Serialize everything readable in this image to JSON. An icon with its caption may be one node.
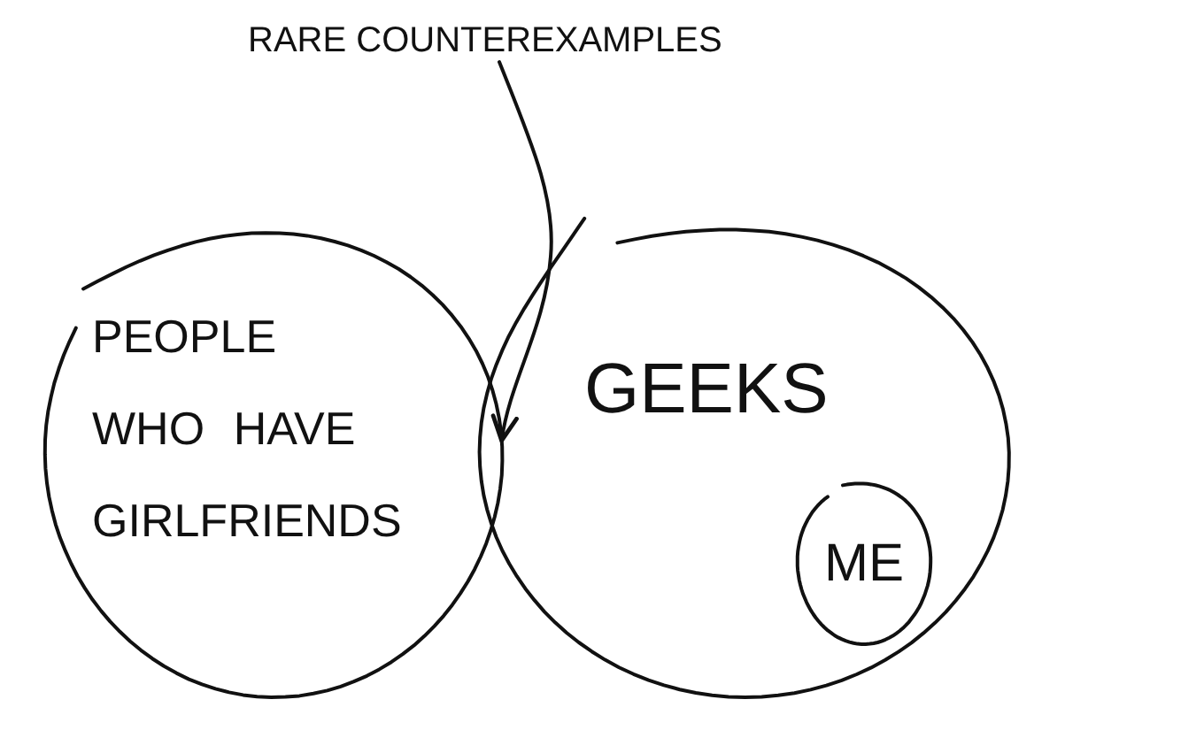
{
  "diagram": {
    "nodes": [
      {
        "text": [
          "RARE COUNTEREXAMPLES"
        ]
      },
      {
        "text": [
          "PEOPLE WHO HAVE GIRLFRIENDS"
        ]
      },
      {
        "text": [
          "GEEKS"
        ]
      },
      {
        "text": [
          "ME"
        ],
        "in": 2
      }
    ],
    "edges": [
      {
        "from": 0,
        "to": 1,
        "arrow": "to"
      }
    ]
  }
}
